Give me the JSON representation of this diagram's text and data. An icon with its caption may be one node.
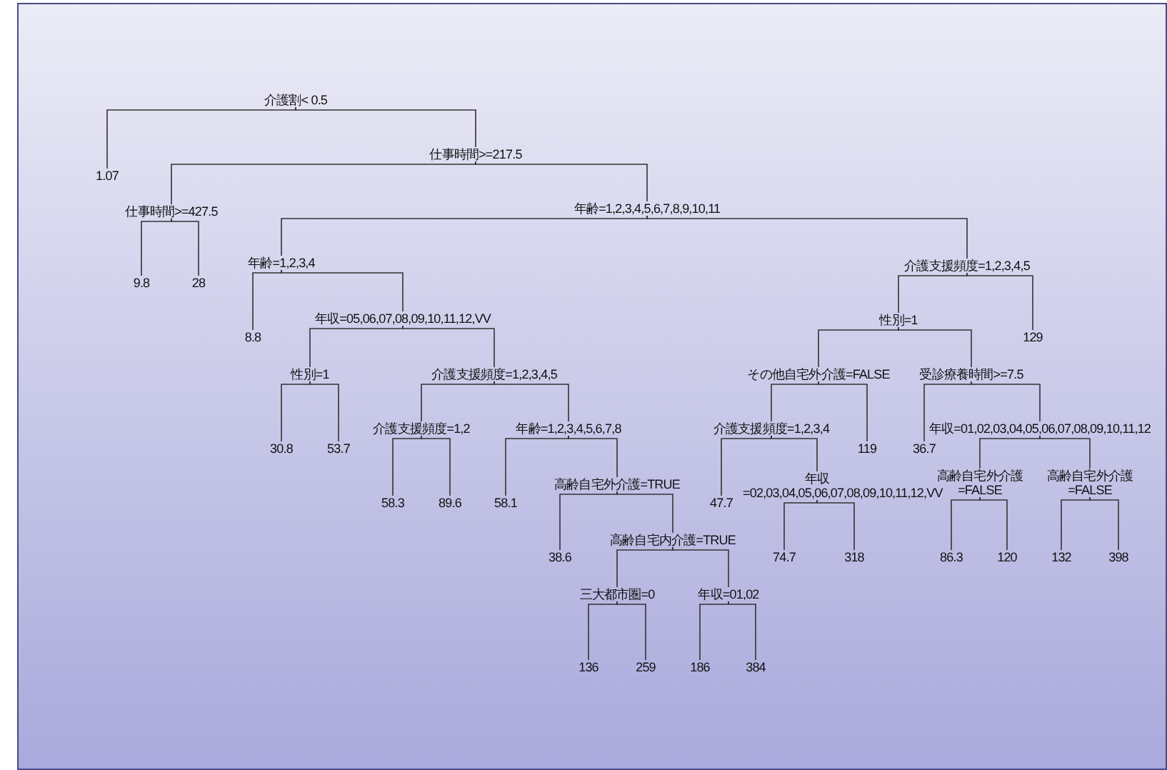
{
  "diagram": {
    "nodes": [
      {
        "text": [
          "介護割< 0.5"
        ]
      },
      {
        "text": [
          "1.07"
        ]
      },
      {
        "text": [
          "仕事時間>=217.5"
        ]
      },
      {
        "text": [
          "仕事時間>=427.5"
        ]
      },
      {
        "text": [
          "9.8"
        ]
      },
      {
        "text": [
          "28"
        ]
      },
      {
        "text": [
          "年齢=1,2,3,4,5,6,7,8,9,10,11"
        ]
      },
      {
        "text": [
          "年齢=1,2,3,4"
        ]
      },
      {
        "text": [
          "8.8"
        ]
      },
      {
        "text": [
          "年収=05,06,07,08,09,10,11,12,VV"
        ]
      },
      {
        "text": [
          "性別=1"
        ]
      },
      {
        "text": [
          "30.8"
        ]
      },
      {
        "text": [
          "53.7"
        ]
      },
      {
        "text": [
          "介護支援頻度=1,2,3,4,5"
        ]
      },
      {
        "text": [
          "介護支援頻度=1,2"
        ]
      },
      {
        "text": [
          "58.3"
        ]
      },
      {
        "text": [
          "89.6"
        ]
      },
      {
        "text": [
          "年齢=1,2,3,4,5,6,7,8"
        ]
      },
      {
        "text": [
          "58.1"
        ]
      },
      {
        "text": [
          "高齢自宅外介護=TRUE"
        ]
      },
      {
        "text": [
          "38.6"
        ]
      },
      {
        "text": [
          "高齢自宅内介護=TRUE"
        ]
      },
      {
        "text": [
          "三大都市圏=0"
        ]
      },
      {
        "text": [
          "136"
        ]
      },
      {
        "text": [
          "259"
        ]
      },
      {
        "text": [
          "年収=01,02"
        ]
      },
      {
        "text": [
          "186"
        ]
      },
      {
        "text": [
          "384"
        ]
      },
      {
        "text": [
          "介護支援頻度=1,2,3,4,5"
        ]
      },
      {
        "text": [
          "性別=1"
        ]
      },
      {
        "text": [
          "その他自宅外介護=FALSE"
        ]
      },
      {
        "text": [
          "介護支援頻度=1,2,3,4"
        ]
      },
      {
        "text": [
          "47.7"
        ]
      },
      {
        "text": [
          "年収=02,03,04,05,06,07,08,09,10,11,12,VV"
        ]
      },
      {
        "text": [
          "74.7"
        ]
      },
      {
        "text": [
          "318"
        ]
      },
      {
        "text": [
          "119"
        ]
      },
      {
        "text": [
          "受診療養時間>=7.5"
        ]
      },
      {
        "text": [
          "36.7"
        ]
      },
      {
        "text": [
          "年収=01,02,03,04,05,06,07,08,09,10,11,12"
        ]
      },
      {
        "text": [
          "高齢自宅外介護=FALSE"
        ]
      },
      {
        "text": [
          "86.3"
        ]
      },
      {
        "text": [
          "120"
        ]
      },
      {
        "text": [
          "高齢自宅外介護=FALSE"
        ]
      },
      {
        "text": [
          "132"
        ]
      },
      {
        "text": [
          "398"
        ]
      },
      {
        "text": [
          "129"
        ]
      }
    ],
    "edges": [
      {
        "from": 0,
        "to": 1,
        "arrow": "none"
      },
      {
        "from": 0,
        "to": 2,
        "arrow": "none"
      },
      {
        "from": 2,
        "to": 3,
        "arrow": "none"
      },
      {
        "from": 3,
        "to": 4,
        "arrow": "none"
      },
      {
        "from": 3,
        "to": 5,
        "arrow": "none"
      },
      {
        "from": 2,
        "to": 6,
        "arrow": "none"
      },
      {
        "from": 6,
        "to": 7,
        "arrow": "none"
      },
      {
        "from": 7,
        "to": 8,
        "arrow": "none"
      },
      {
        "from": 7,
        "to": 9,
        "arrow": "none"
      },
      {
        "from": 9,
        "to": 10,
        "arrow": "none"
      },
      {
        "from": 10,
        "to": 11,
        "arrow": "none"
      },
      {
        "from": 10,
        "to": 12,
        "arrow": "none"
      },
      {
        "from": 9,
        "to": 13,
        "arrow": "none"
      },
      {
        "from": 13,
        "to": 14,
        "arrow": "none"
      },
      {
        "from": 14,
        "to": 15,
        "arrow": "none"
      },
      {
        "from": 14,
        "to": 16,
        "arrow": "none"
      },
      {
        "from": 13,
        "to": 17,
        "arrow": "none"
      },
      {
        "from": 17,
        "to": 18,
        "arrow": "none"
      },
      {
        "from": 17,
        "to": 19,
        "arrow": "none"
      },
      {
        "from": 19,
        "to": 20,
        "arrow": "none"
      },
      {
        "from": 19,
        "to": 21,
        "arrow": "none"
      },
      {
        "from": 21,
        "to": 22,
        "arrow": "none"
      },
      {
        "from": 22,
        "to": 23,
        "arrow": "none"
      },
      {
        "from": 22,
        "to": 24,
        "arrow": "none"
      },
      {
        "from": 21,
        "to": 25,
        "arrow": "none"
      },
      {
        "from": 25,
        "to": 26,
        "arrow": "none"
      },
      {
        "from": 25,
        "to": 27,
        "arrow": "none"
      },
      {
        "from": 6,
        "to": 28,
        "arrow": "none"
      },
      {
        "from": 28,
        "to": 29,
        "arrow": "none"
      },
      {
        "from": 29,
        "to": 30,
        "arrow": "none"
      },
      {
        "from": 30,
        "to": 31,
        "arrow": "none"
      },
      {
        "from": 31,
        "to": 32,
        "arrow": "none"
      },
      {
        "from": 31,
        "to": 33,
        "arrow": "none"
      },
      {
        "from": 33,
        "to": 34,
        "arrow": "none"
      },
      {
        "from": 33,
        "to": 35,
        "arrow": "none"
      },
      {
        "from": 30,
        "to": 36,
        "arrow": "none"
      },
      {
        "from": 29,
        "to": 37,
        "arrow": "none"
      },
      {
        "from": 37,
        "to": 38,
        "arrow": "none"
      },
      {
        "from": 37,
        "to": 39,
        "arrow": "none"
      },
      {
        "from": 39,
        "to": 40,
        "arrow": "none"
      },
      {
        "from": 40,
        "to": 41,
        "arrow": "none"
      },
      {
        "from": 40,
        "to": 42,
        "arrow": "none"
      },
      {
        "from": 39,
        "to": 43,
        "arrow": "none"
      },
      {
        "from": 43,
        "to": 44,
        "arrow": "none"
      },
      {
        "from": 43,
        "to": 45,
        "arrow": "none"
      },
      {
        "from": 28,
        "to": 46,
        "arrow": "none"
      }
    ]
  }
}
